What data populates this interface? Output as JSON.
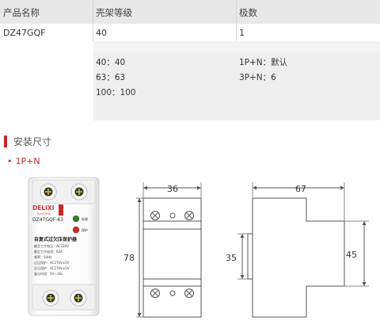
{
  "table": {
    "headers": [
      "产品名称",
      "壳架等级",
      "极数"
    ],
    "row": [
      "DZ47GQF",
      "40",
      "1"
    ],
    "frame_options": [
      "40：40",
      "63：63",
      "100：100"
    ],
    "pole_options": [
      "1P+N：默认",
      "3P+N：6"
    ]
  },
  "section": {
    "title": "安装尺寸",
    "variant": "1P+N",
    "variant_bullet": "•"
  },
  "product": {
    "brand": "DELIXI",
    "brand_sub": "ELECTRIC",
    "model": "DZ47GQF-63",
    "indicator_power": "电源",
    "indicator_protect": "保护",
    "name": "自复式过欠压保护器",
    "specs": [
      "额定工作电压：AC220V",
      "额定工作电流：63A",
      "频率：50Hz",
      "过压保护：AC270V±5V",
      "欠压保护：AC170V±5V",
      "复位时间：50～30s"
    ],
    "colors": {
      "brand": "#d32f2f",
      "power_led": "#2e7d32",
      "protect_led": "#c62828",
      "handle": "#c62828"
    }
  },
  "dimensions": {
    "front_width": "36",
    "front_height": "78",
    "side_depth": "67",
    "side_inner": "35",
    "side_height": "45"
  },
  "colors": {
    "accent": "#c62828",
    "header_bg": "#e8e8e8",
    "list_bg": "#efefef"
  }
}
